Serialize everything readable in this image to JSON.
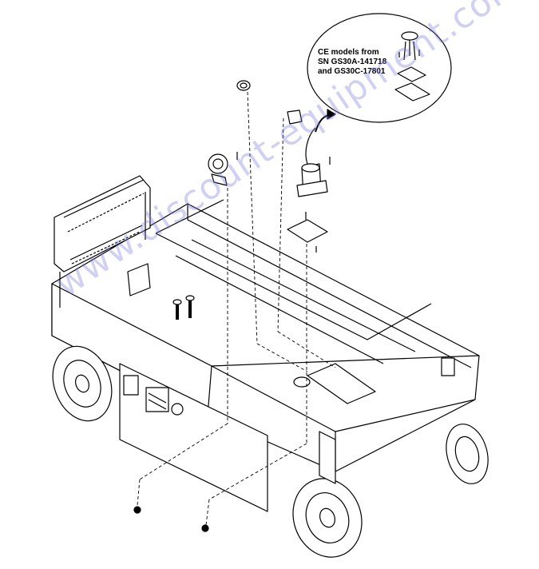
{
  "callout": {
    "line1": "CE models from",
    "line2": "SN GS30A-141718",
    "line3": "and GS30C-17801"
  },
  "watermark": {
    "text": "www.discount-equipment.com",
    "color": "#7878dc"
  }
}
